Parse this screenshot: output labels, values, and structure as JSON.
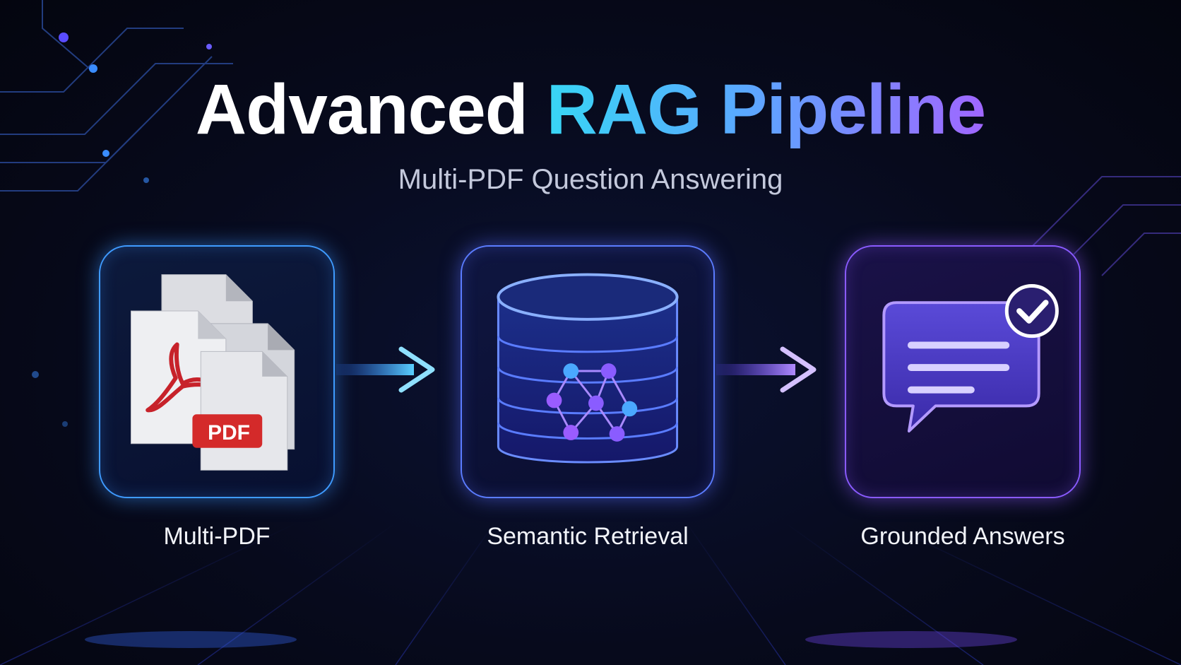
{
  "title": {
    "main": "Advanced",
    "accent": "RAG Pipeline"
  },
  "subtitle": "Multi-PDF Question Answering",
  "steps": [
    {
      "label": "Multi-PDF",
      "icon": "pdf-stack-icon",
      "badge": "PDF",
      "color": "#3f9bff"
    },
    {
      "label": "Semantic Retrieval",
      "icon": "vector-database-icon",
      "color": "#5b7cff"
    },
    {
      "label": "Grounded Answers",
      "icon": "chat-check-icon",
      "color": "#8a5bff"
    }
  ],
  "colors": {
    "background": "#070a1c",
    "accent_start": "#38d6f5",
    "accent_end": "#a066ff",
    "pdf_red": "#d42a2a"
  }
}
